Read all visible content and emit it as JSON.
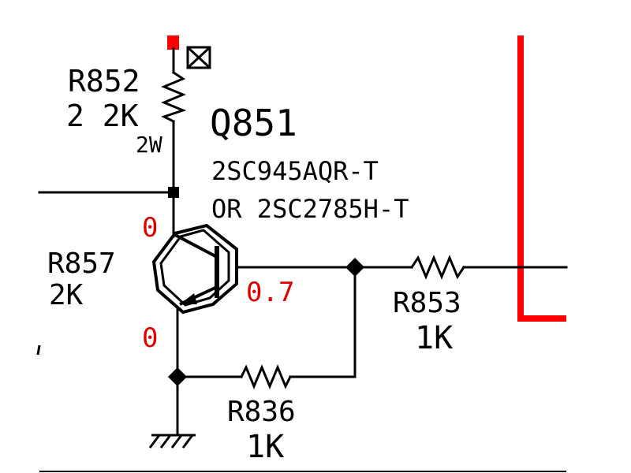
{
  "transistor": {
    "ref": "Q851",
    "part": "2SC945AQR-T",
    "alt_part": "OR 2SC2785H-T"
  },
  "resistors": [
    {
      "ref": "R852",
      "value": "2 2K",
      "power": "2W"
    },
    {
      "ref": "R857",
      "value": "2K"
    },
    {
      "ref": "R853",
      "value": "1K"
    },
    {
      "ref": "R836",
      "value": "1K"
    }
  ],
  "voltages": {
    "collector": "0",
    "base": "0.7",
    "emitter": "0"
  },
  "colors": {
    "wire": "#000000",
    "highlight": "#ff0000",
    "voltage_text": "#e00000"
  },
  "icons": [
    "no-connect-icon",
    "ground-icon"
  ]
}
